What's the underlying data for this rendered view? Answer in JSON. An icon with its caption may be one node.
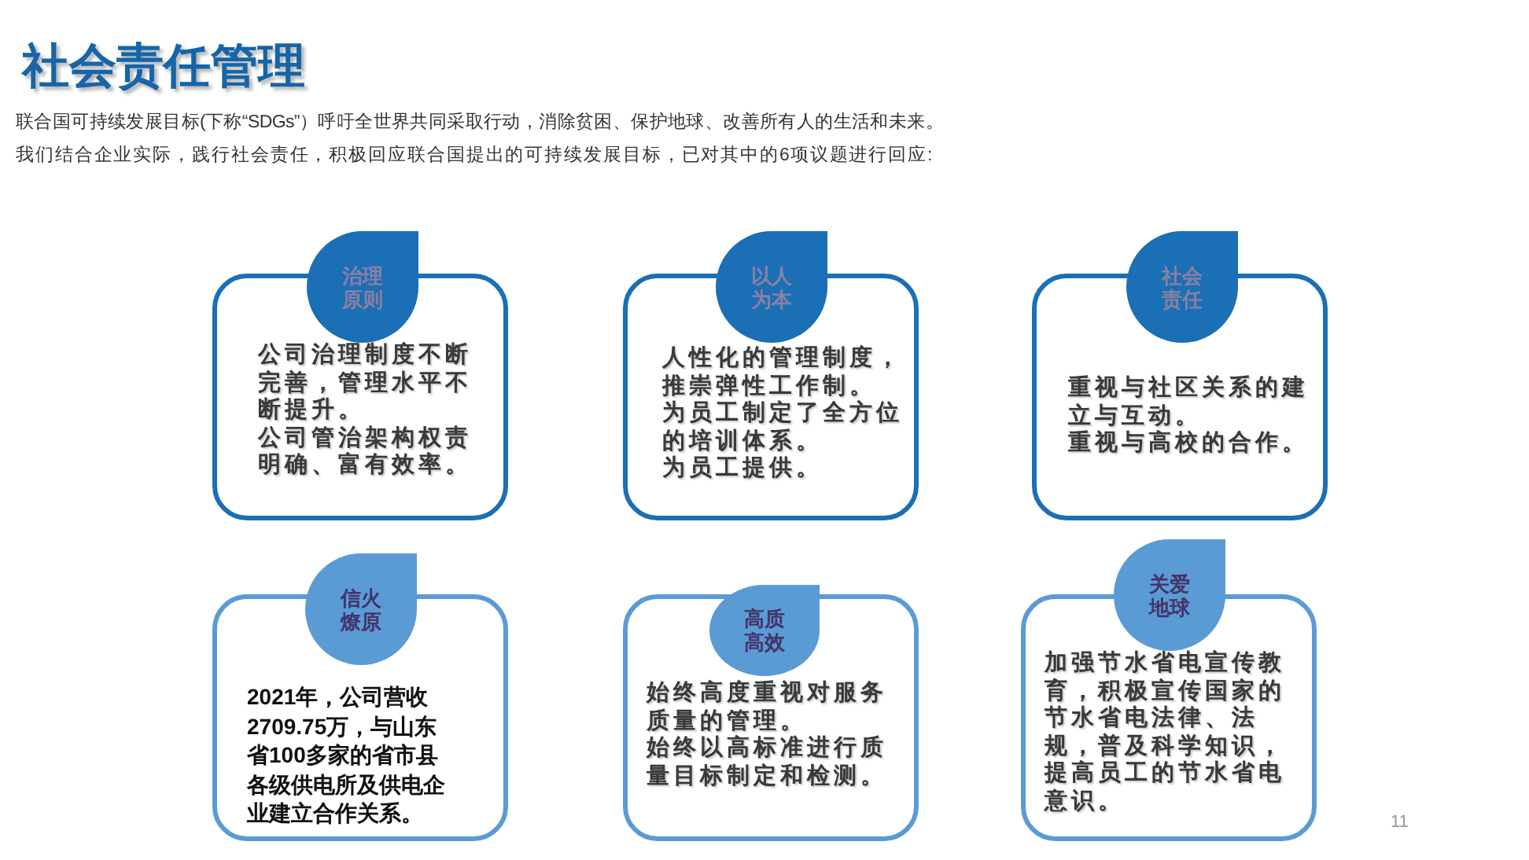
{
  "diagram": {
    "title": "社会责任管理",
    "nodes": [
      {
        "text": [
          "治理原则"
        ]
      },
      {
        "text": [
          "公司治理制度不断完善，管理水平不断提升。",
          "公司管治架构权责明确、富有效率。"
        ]
      },
      {
        "text": [
          "以人为本"
        ]
      },
      {
        "text": [
          "人性化的管理制度，推崇弹性工作制。",
          "为员工制定了全方位的培训体系。",
          "为员工提供。"
        ]
      },
      {
        "text": [
          "社会责任"
        ]
      },
      {
        "text": [
          "重视与社区关系的建立与互动。",
          "重视与高校的合作。"
        ]
      },
      {
        "text": [
          "信火燎原"
        ]
      },
      {
        "text": [
          "2021年，公司营收2709.75万，与山东省100多家的省市县各级供电所及供电企业建立合作关系。"
        ]
      },
      {
        "text": [
          "高质高效"
        ]
      },
      {
        "text": [
          "始终高度重视对服务质量的管理。",
          "始终以高标准进行质量目标制定和检测。"
        ]
      },
      {
        "text": [
          "关爱地球"
        ]
      },
      {
        "text": [
          "加强节水省电宣传教育，积极宣传国家的节水省电法律、法规，普及科学知识，提高员工的节水省电意识。"
        ]
      }
    ],
    "labels": [
      "联合国可持续发展目标(下称“SDGs”）呼吁全世界共同采取行动，消除贫困、保护地球、改善所有人的生活和未来。",
      "我们结合企业实际，践行社会责任，积极回应联合国提出的可持续发展目标，已对其中的6项议题进行回应:",
      "11"
    ]
  }
}
